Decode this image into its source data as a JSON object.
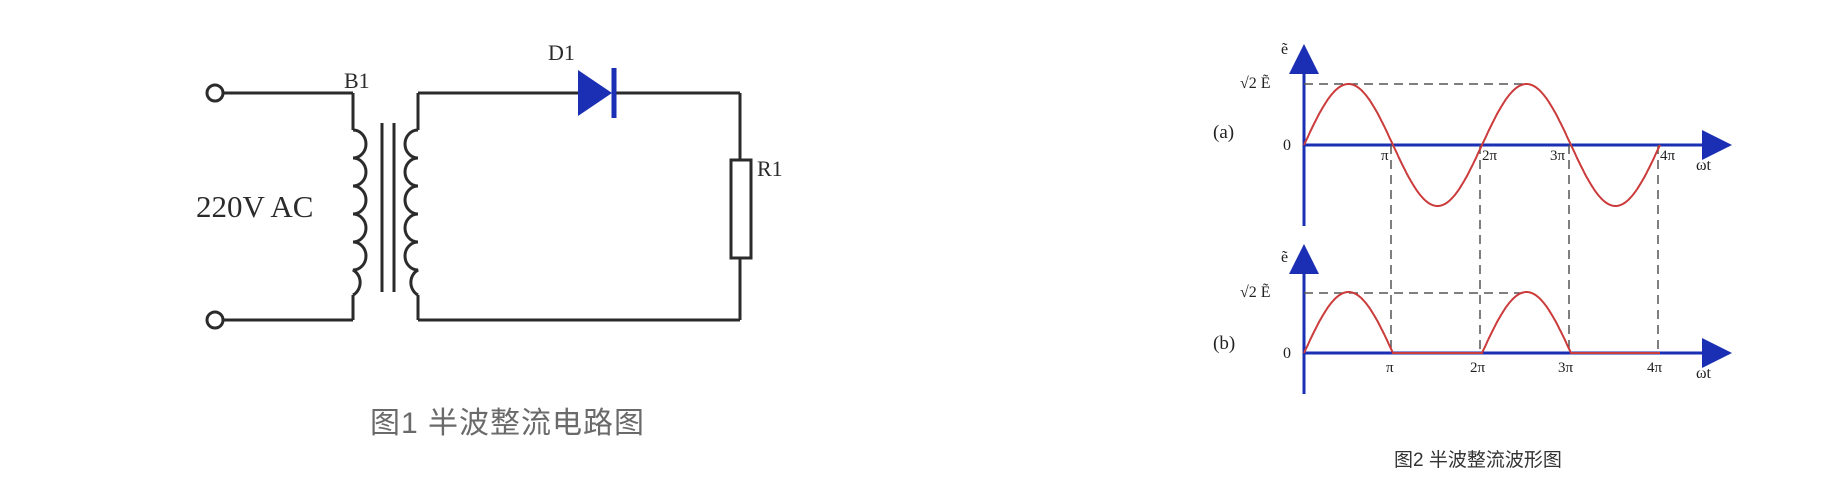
{
  "figure1": {
    "labels": {
      "transformer": "B1",
      "diode": "D1",
      "resistor": "R1",
      "source": "220V AC"
    },
    "caption": "图1 半波整流电路图"
  },
  "figure2": {
    "panel_a_label": "(a)",
    "panel_b_label": "(b)",
    "y_axis_label": "ẽ",
    "peak_label": "√2 Ẽ",
    "zero_label": "0",
    "x_axis_label": "ωt",
    "ticks": [
      "π",
      "2π",
      "3π",
      "4π"
    ],
    "caption": "图2 半波整流波形图",
    "colors": {
      "axis": "#1a2fb3",
      "waveform": "#cc3b3b"
    }
  }
}
